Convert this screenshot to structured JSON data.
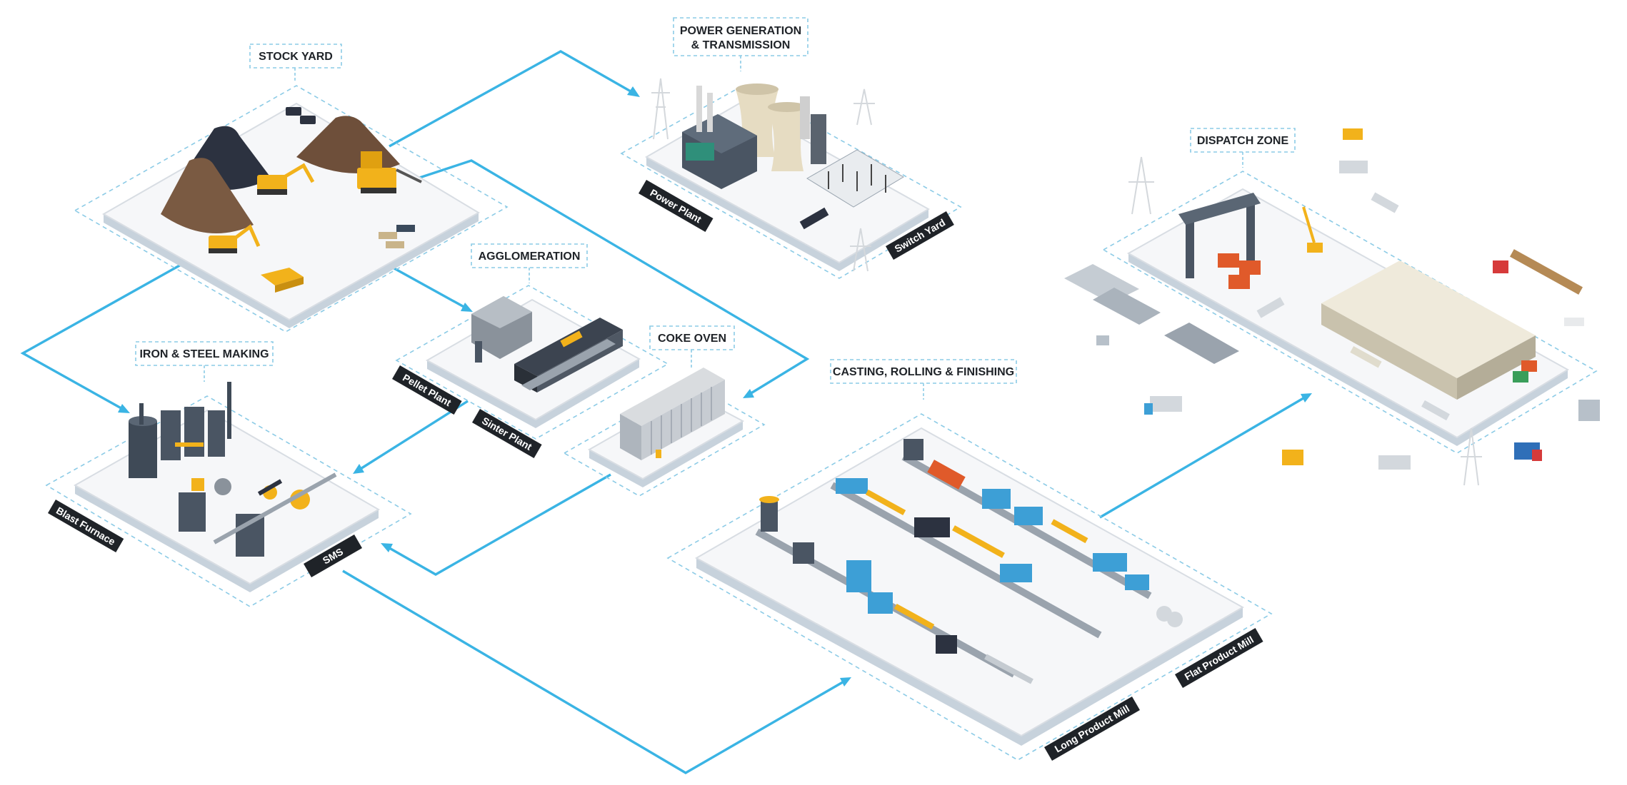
{
  "diagram": {
    "colors": {
      "flow": "#3ab4e4",
      "dash": "#8ccbe6",
      "tag": "#1f2328",
      "machine_yellow": "#f2b21b",
      "steel_blue": "#3d9fd6"
    },
    "zones": {
      "stock_yard": {
        "label": "STOCK YARD"
      },
      "power": {
        "label_line1": "POWER GENERATION",
        "label_line2": "& TRANSMISSION"
      },
      "agglomeration": {
        "label": "AGGLOMERATION"
      },
      "coke_oven": {
        "label": "COKE OVEN"
      },
      "iron_steel": {
        "label": "IRON & STEEL MAKING"
      },
      "casting": {
        "label": "CASTING, ROLLING & FINISHING"
      },
      "dispatch": {
        "label": "DISPATCH ZONE"
      }
    },
    "tags": {
      "power_plant": "Power Plant",
      "switch_yard": "Switch Yard",
      "pellet_plant": "Pellet Plant",
      "sinter_plant": "Sinter Plant",
      "blast_furnace": "Blast Furnace",
      "sms": "SMS",
      "long_product_mill": "Long Product Mill",
      "flat_product_mill": "Flat Product Mill"
    }
  }
}
